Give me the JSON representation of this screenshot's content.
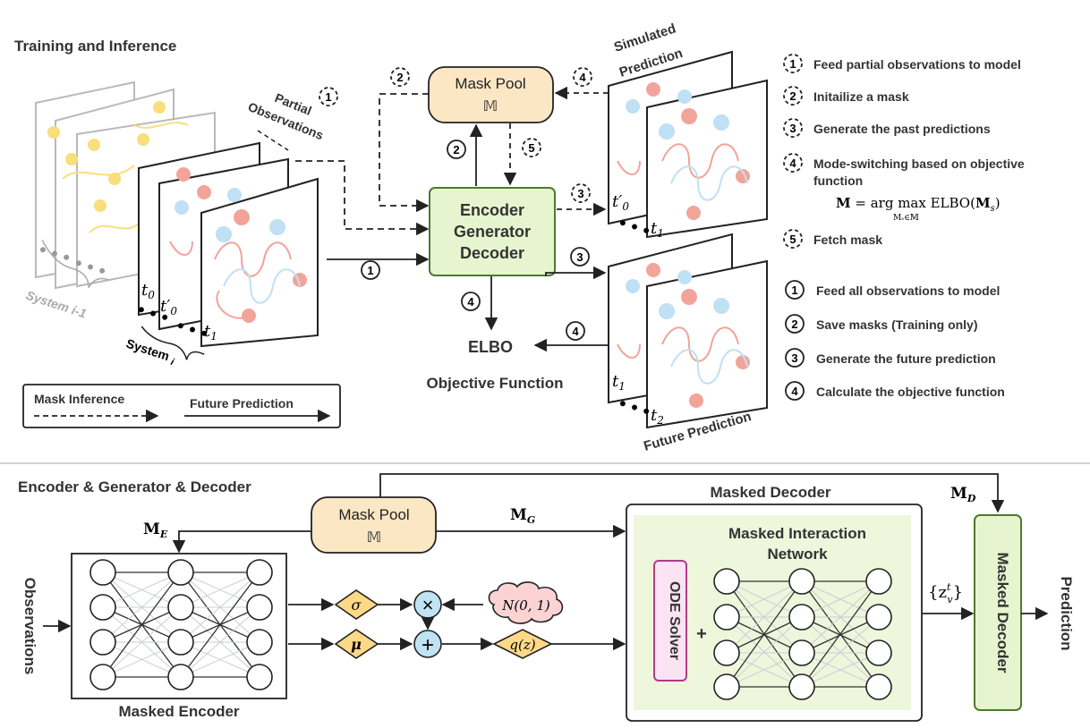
{
  "top": {
    "title": "Training and Inference",
    "partial_obs": [
      "Partial",
      "Observations"
    ],
    "system_prev": "System i-1",
    "system_cur": "System",
    "system_cur_sub": "i",
    "t0": "t",
    "t0_sub": "0",
    "t0p_sub": "0",
    "t1": "t",
    "t1_sub": "1",
    "t2_sub": "2",
    "mask_pool": "Mask Pool",
    "mask_pool_symbol": "𝕄",
    "egd": [
      "Encoder",
      "Generator",
      "Decoder"
    ],
    "elbo": "ELBO",
    "objective": "Objective Function",
    "simulated": [
      "Simulated",
      "Prediction"
    ],
    "future_prediction": "Future Prediction",
    "legend": {
      "mask_inference": "Mask Inference",
      "future_prediction": "Future Prediction"
    },
    "arrow_nums": {
      "n1": "1",
      "n2": "2",
      "n3": "3",
      "n4": "4",
      "n5": "5"
    },
    "steps_dashed": [
      {
        "n": "1",
        "text": "Feed partial observations to model"
      },
      {
        "n": "2",
        "text": "Initailize a mask"
      },
      {
        "n": "3",
        "text": "Generate the past predictions"
      },
      {
        "n": "4",
        "text": "Mode-switching based on objective"
      },
      {
        "n": "5",
        "text": "Fetch mask"
      }
    ],
    "step4_cont": "function",
    "formula": "M = arg max ELBO(M",
    "formula_sub": "Mₛ∈𝕄",
    "steps_solid": [
      {
        "n": "1",
        "text": "Feed all observations to model"
      },
      {
        "n": "2",
        "text": "Save masks (Training only)"
      },
      {
        "n": "3",
        "text": "Generate the future prediction"
      },
      {
        "n": "4",
        "text": "Calculate the objective function"
      }
    ]
  },
  "bottom": {
    "title": "Encoder & Generator & Decoder",
    "observations": "Observations",
    "mask_pool": "Mask Pool",
    "mask_pool_symbol": "𝕄",
    "me": "M",
    "me_sub": "E",
    "mg": "M",
    "mg_sub": "G",
    "md": "M",
    "md_sub": "D",
    "masked_encoder": "Masked Encoder",
    "sigma": "σ",
    "mu": "μ",
    "times": "×",
    "plus": "+",
    "normal": "N(0, 1)",
    "qz": "q(z)",
    "masked_decoder_title": "Masked Decoder",
    "interaction": [
      "Masked Interaction",
      "Network"
    ],
    "ode": "ODE Solver",
    "plus_sign": "+",
    "z": "{z",
    "z_sup": "t",
    "z_sub": "v",
    "z_close": "}",
    "masked_decoder_box": "Masked Decoder",
    "prediction": "Prediction"
  },
  "colors": {
    "mask_pool_fill": "#fbe7c4",
    "egd_fill": "#e6f5cf",
    "egd_stroke": "#4c7a2e",
    "decoder_bg": "#eef6dc",
    "ode_fill": "#fbe3f3",
    "ode_stroke": "#b03a8a",
    "diamond_fill": "#ffd988",
    "circle_fill": "#bfe3f2",
    "cloud_fill": "#fbd3d3",
    "red_node": "#f2a49a",
    "blue_node": "#bfe0f5",
    "yellow_node": "#f8df7c"
  }
}
